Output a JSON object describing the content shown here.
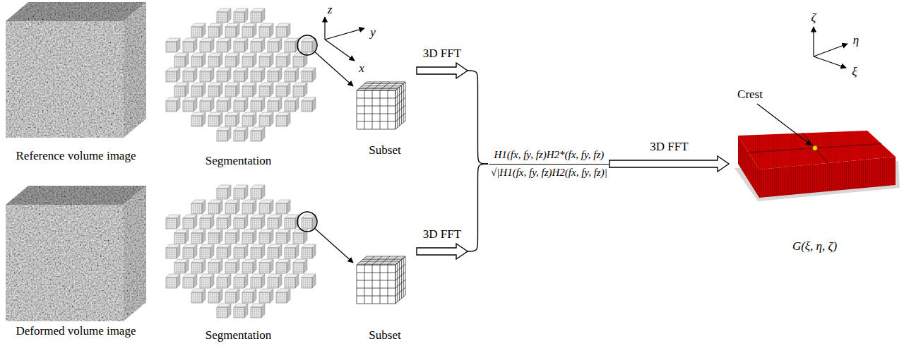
{
  "diagram": {
    "nodes": [
      {
        "text": [
          "Reference volume image"
        ]
      },
      {
        "text": [
          "Segmentation"
        ]
      },
      {
        "text": [
          "Subset"
        ]
      },
      {
        "text": [
          "Deformed volume image"
        ]
      },
      {
        "text": [
          "Segmentation"
        ]
      },
      {
        "text": [
          "Subset"
        ]
      },
      {
        "text": [
          "H1(fx, fy, fz)H2*(fx, fy, fz)",
          "√|H1(fx, fy, fz)H2(fx, fy, fz)|"
        ]
      },
      {
        "text": [
          "G(ξ, η, ζ)"
        ]
      }
    ],
    "edges": [
      {
        "from": 1,
        "to": 2,
        "arrow": "to"
      },
      {
        "from": 4,
        "to": 5,
        "arrow": "to"
      },
      {
        "from": 2,
        "to": 6,
        "label": "3D FFT",
        "arrow": "to"
      },
      {
        "from": 5,
        "to": 6,
        "label": "3D FFT",
        "arrow": "to"
      },
      {
        "from": 6,
        "to": 7,
        "label": "3D FFT",
        "arrow": "to"
      }
    ],
    "labels": [
      "z",
      "y",
      "x",
      "Crest",
      "ζ",
      "η",
      "ξ"
    ]
  }
}
